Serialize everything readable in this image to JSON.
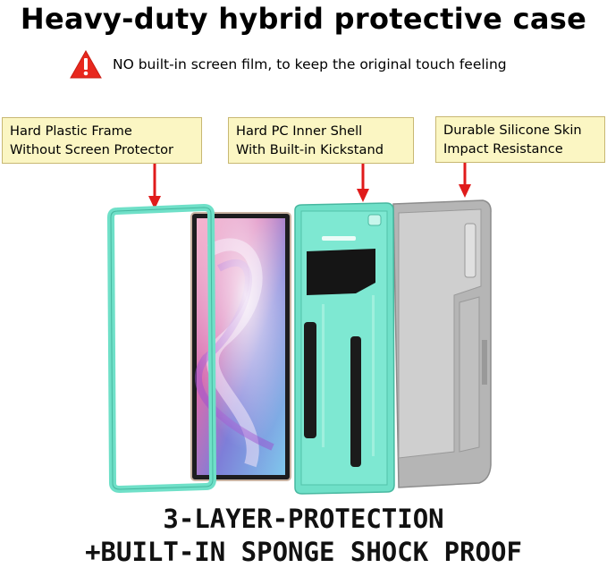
{
  "title": "Heavy-duty hybrid protective case",
  "warning": {
    "icon": "warning-triangle-icon",
    "text": "NO built-in screen film, to keep the original touch feeling",
    "color": "#e8281e"
  },
  "callouts": [
    {
      "line1": "Hard Plastic Frame",
      "line2": "Without Screen Protector"
    },
    {
      "line1": "Hard PC Inner Shell",
      "line2": "With Built-in Kickstand"
    },
    {
      "line1": "Durable Silicone Skin",
      "line2": "Impact Resistance"
    }
  ],
  "bottom": {
    "line1": "3-LAYER-PROTECTION",
    "line2": "+BUILT-IN SPONGE SHOCK PROOF"
  },
  "colors": {
    "mint": "#6fe0c8",
    "gray": "#a8a8a8",
    "callout_bg": "#fbf6c3",
    "arrow": "#e01b1b"
  }
}
